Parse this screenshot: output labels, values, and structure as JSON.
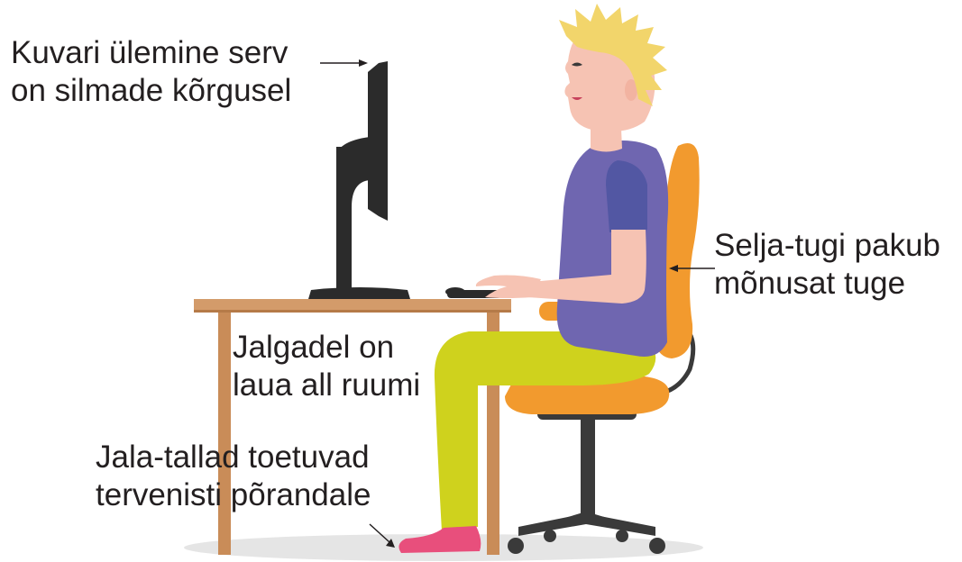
{
  "labels": {
    "monitor_top": {
      "line1": "Kuvari ülemine serv",
      "line2": "on silmade kõrgusel"
    },
    "backrest": {
      "line1": "Selja-tugi pakub",
      "line2": "mõnusat tuge"
    },
    "legroom": {
      "line1": "Jalgadel on",
      "line2": "laua all ruumi"
    },
    "feet": {
      "line1": "Jala-tallad toetuvad",
      "line2": "tervenisti põrandale"
    }
  },
  "colors": {
    "text": "#231f20",
    "desk_wood": "#d39b6a",
    "desk_edge": "#b57a48",
    "monitor": "#2b2b2b",
    "chair_orange": "#f29a2e",
    "shirt": "#6f66b0",
    "sleeve": "#5257a3",
    "pants": "#cfd21d",
    "skin": "#f6c3b3",
    "hair": "#f2d56b",
    "shoe": "#e84f7c",
    "floor": "#e5e5e5"
  }
}
